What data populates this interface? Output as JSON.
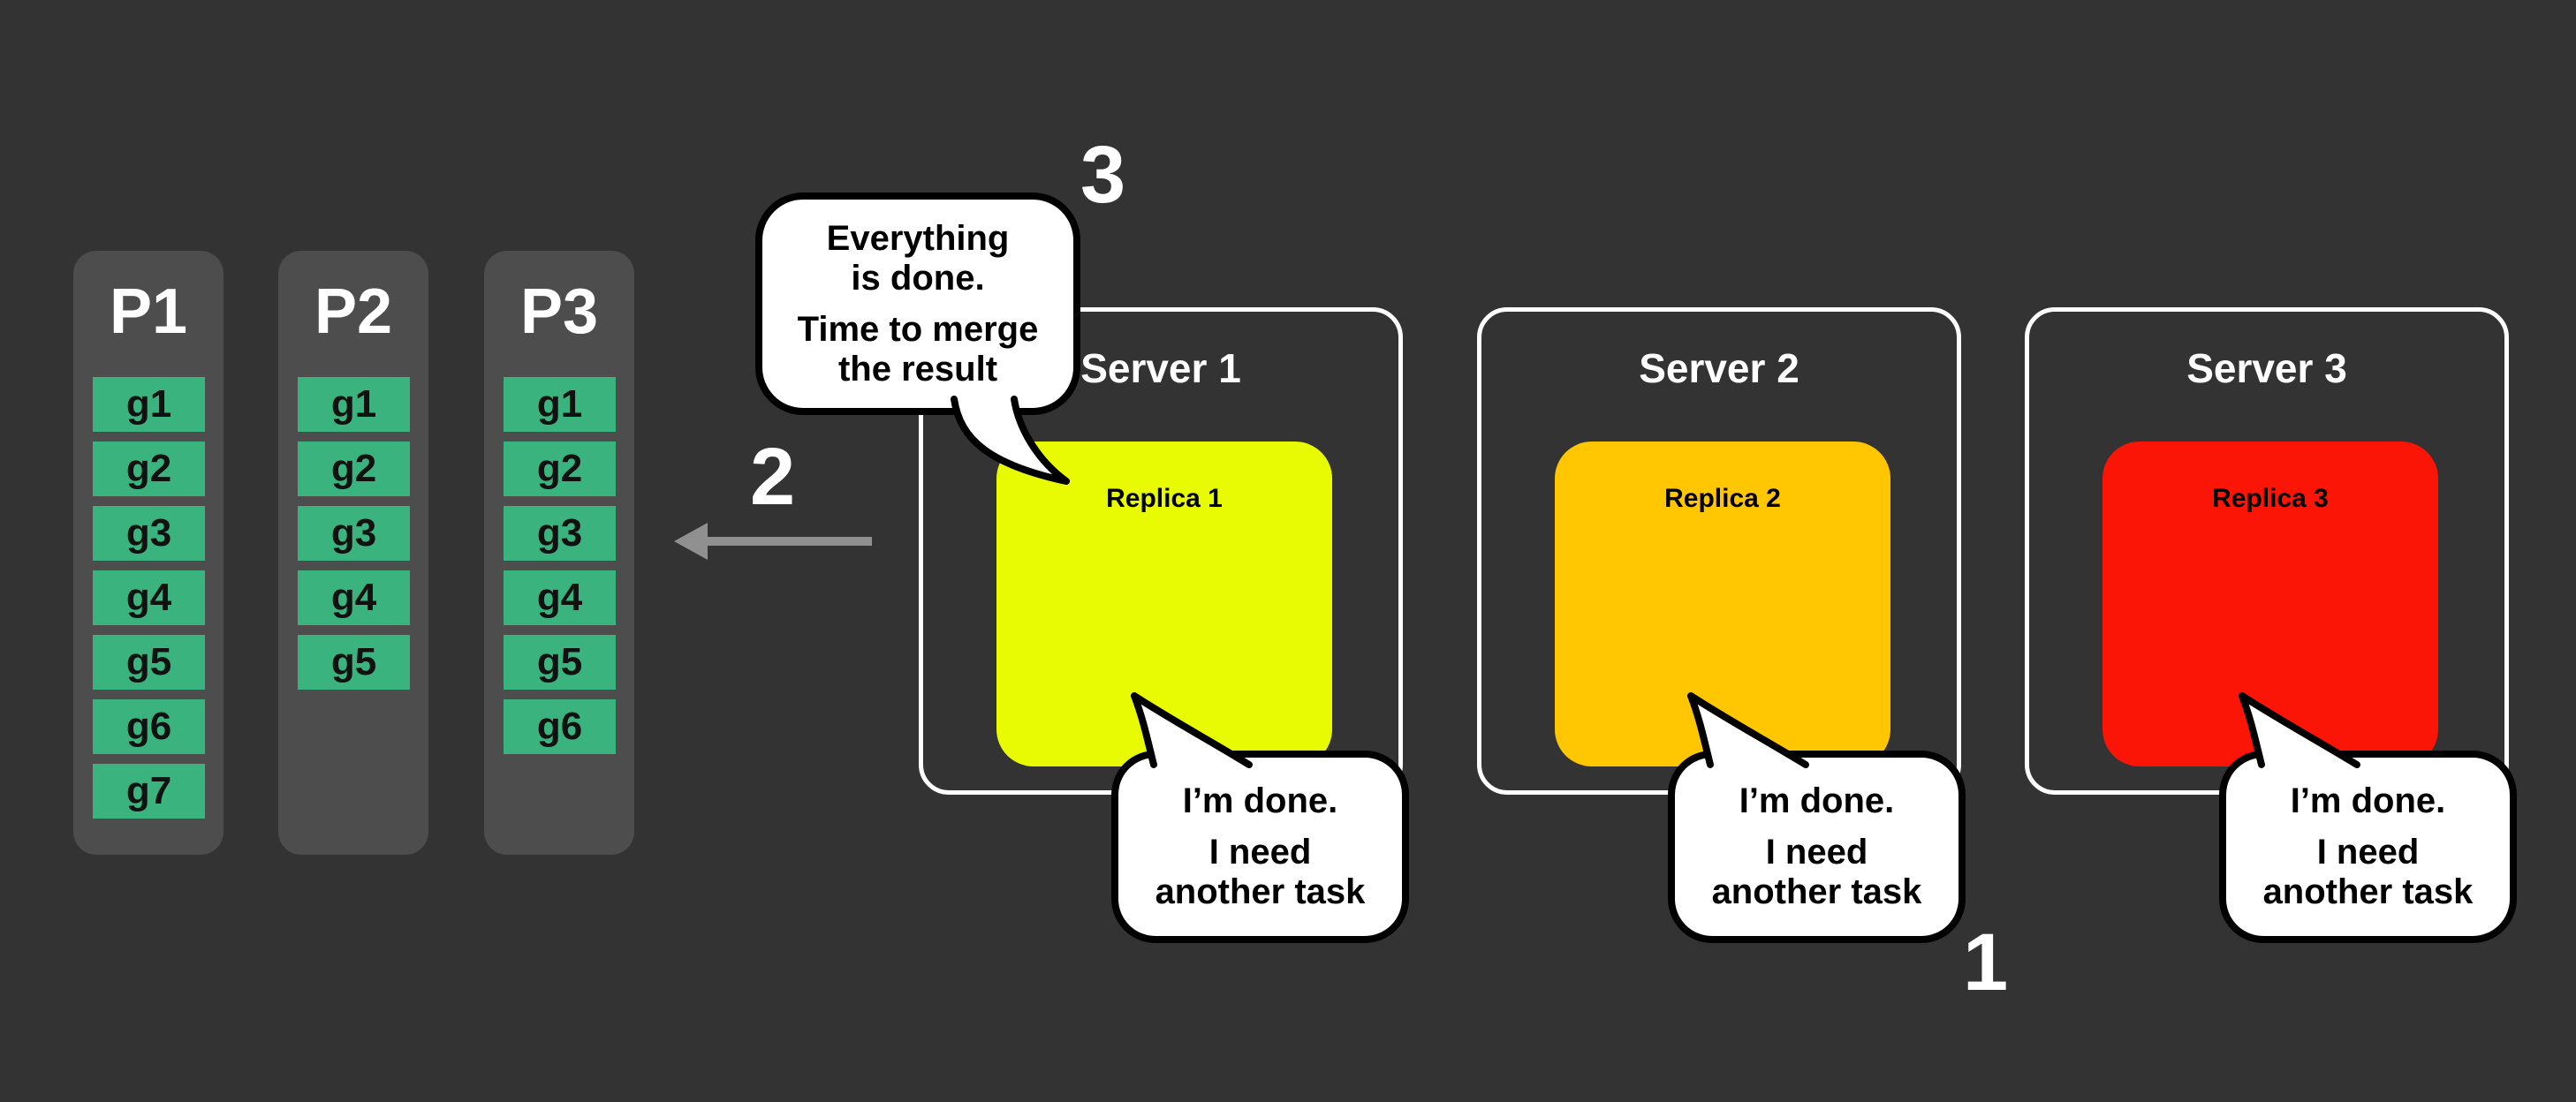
{
  "colors": {
    "background": "#333333",
    "partition_panel": "#4d4d4d",
    "task_green": "#3bb37e",
    "replica_yellow": "#e9fb02",
    "replica_orange": "#ffc601",
    "replica_red": "#fb1507",
    "server_border": "#ffffff",
    "bubble_fill": "#ffffff",
    "bubble_border": "#000000",
    "arrow_gray": "#909090",
    "text_light": "#ffffff",
    "text_dark": "#000000"
  },
  "icons": {
    "flow_arrow": "arrow-left-icon",
    "bubble_tail": "speech-tail"
  },
  "partitions": [
    {
      "title": "P1",
      "cells": [
        "g1",
        "g2",
        "g3",
        "g4",
        "g5",
        "g6",
        "g7"
      ]
    },
    {
      "title": "P2",
      "cells": [
        "g1",
        "g2",
        "g3",
        "g4",
        "g5"
      ]
    },
    {
      "title": "P3",
      "cells": [
        "g1",
        "g2",
        "g3",
        "g4",
        "g5",
        "g6"
      ]
    }
  ],
  "servers": [
    {
      "title": "Server 1",
      "replica": {
        "label": "Replica 1",
        "color": "#e9fb02"
      },
      "bubble": {
        "lines": [
          "I’m done.",
          "I need",
          "another task"
        ]
      }
    },
    {
      "title": "Server 2",
      "replica": {
        "label": "Replica 2",
        "color": "#ffc601"
      },
      "bubble": {
        "lines": [
          "I’m done.",
          "I need",
          "another task"
        ]
      }
    },
    {
      "title": "Server 3",
      "replica": {
        "label": "Replica 3",
        "color": "#fb1507"
      },
      "bubble": {
        "lines": [
          "I’m done.",
          "I need",
          "another task"
        ]
      }
    }
  ],
  "merge_bubble": {
    "lines": [
      "Everything",
      "is done.",
      "Time to merge",
      "the result"
    ]
  },
  "steps": {
    "one": "1",
    "two": "2",
    "three": "3"
  }
}
